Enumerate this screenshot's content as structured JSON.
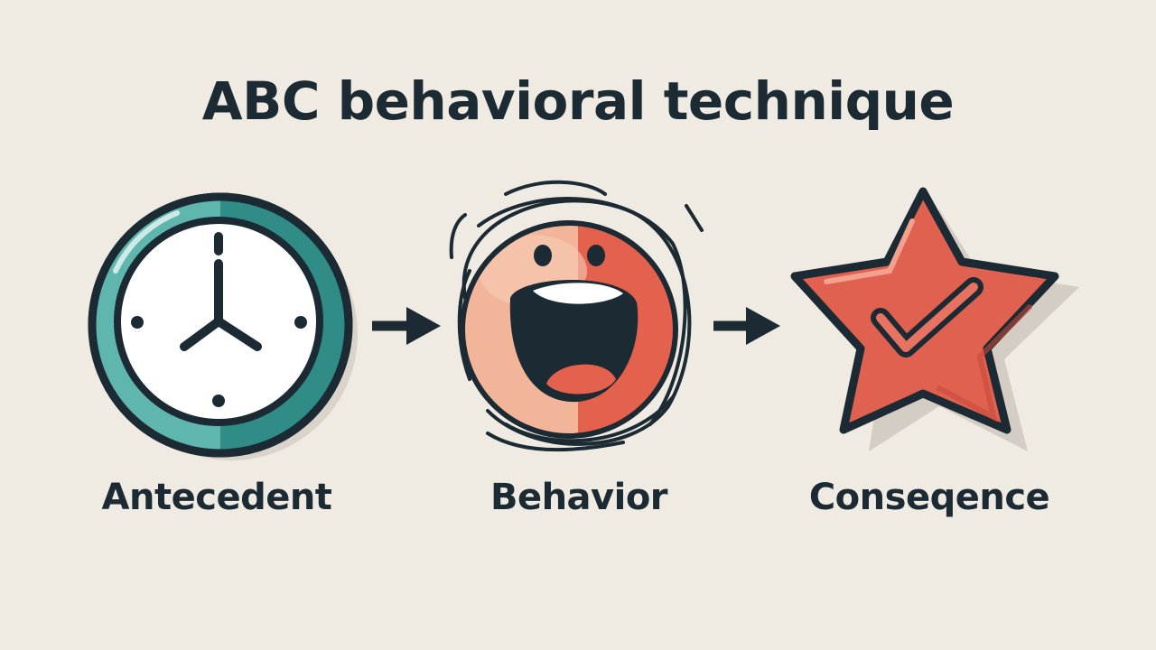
{
  "title": "ABC behavioral technique",
  "steps": [
    {
      "label": "Antecedent",
      "icon": "clock-icon"
    },
    {
      "label": "Behavior",
      "icon": "screaming-face-icon"
    },
    {
      "label": "Conseqence",
      "icon": "star-check-icon"
    }
  ],
  "colors": {
    "background": "#f0ebe2",
    "ink": "#1b2a33",
    "teal": "#4fa7a1",
    "coral": "#e06150",
    "peach": "#f2b49a",
    "white": "#ffffff"
  }
}
